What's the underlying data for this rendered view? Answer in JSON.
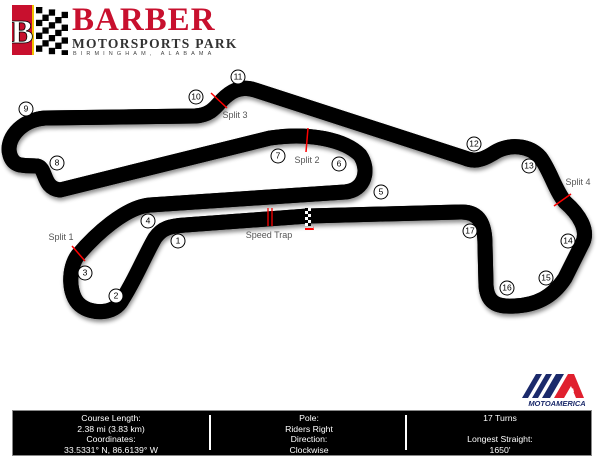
{
  "logo": {
    "name": "BARBER",
    "subtitle": "MOTORSPORTS PARK",
    "location": "BIRMINGHAM, ALABAMA",
    "colors": {
      "red": "#c8102e",
      "dark": "#333333"
    }
  },
  "track": {
    "turns": [
      "1",
      "2",
      "3",
      "4",
      "5",
      "6",
      "7",
      "8",
      "9",
      "10",
      "11",
      "12",
      "13",
      "14",
      "15",
      "16",
      "17"
    ],
    "splits": [
      "Split 1",
      "Split 2",
      "Split 3",
      "Split 4"
    ],
    "speed_trap": "Speed Trap",
    "colors": {
      "marker": "#ff0000",
      "surface": "#ffffff",
      "edge": "#000000"
    }
  },
  "sponsor_logo": {
    "text": "MOTOAMERICA",
    "colors": {
      "navy": "#1b2a6b",
      "red": "#e0202e"
    }
  },
  "info": {
    "course_length_label": "Course Length:",
    "course_length": "2.38 mi (3.83 km)",
    "coordinates_label": "Coordinates:",
    "coordinates": "33.5331° N, 86.6139° W",
    "pole_label": "Pole:",
    "pole": "Riders Right",
    "direction_label": "Direction:",
    "direction": "Clockwise",
    "turns": "17 Turns",
    "longest_straight_label": "Longest Straight:",
    "longest_straight": "1650'"
  }
}
